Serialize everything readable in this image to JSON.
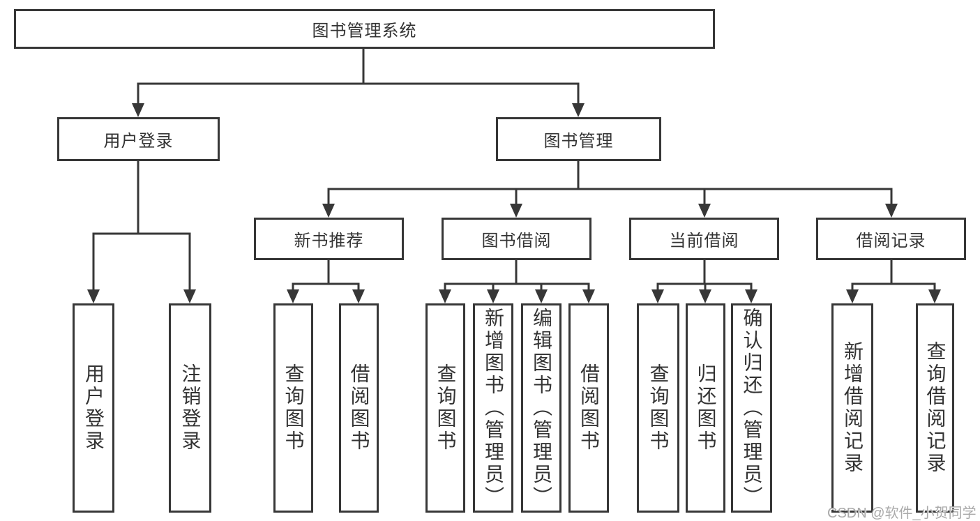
{
  "tree": {
    "root": {
      "label": "图书管理系统",
      "children": [
        {
          "label": "用户登录",
          "children": [
            {
              "label": "用户登录"
            },
            {
              "label": "注销登录"
            }
          ]
        },
        {
          "label": "图书管理",
          "children": [
            {
              "label": "新书推荐",
              "children": [
                {
                  "label": "查询图书"
                },
                {
                  "label": "借阅图书"
                }
              ]
            },
            {
              "label": "图书借阅",
              "children": [
                {
                  "label": "查询图书"
                },
                {
                  "label": "新增图书（管理员）"
                },
                {
                  "label": "编辑图书（管理员）"
                },
                {
                  "label": "借阅图书"
                }
              ]
            },
            {
              "label": "当前借阅",
              "children": [
                {
                  "label": "查询图书"
                },
                {
                  "label": "归还图书"
                },
                {
                  "label": "确认归还（管理员）"
                }
              ]
            },
            {
              "label": "借阅记录",
              "children": [
                {
                  "label": "新增借阅记录"
                },
                {
                  "label": "查询借阅记录"
                }
              ]
            }
          ]
        }
      ]
    }
  },
  "watermark": {
    "text": "CSDN @软件_小贺同学"
  },
  "colors": {
    "line": "#373737",
    "text": "#333333",
    "watermark": "#a9a9a9",
    "background": "#ffffff"
  }
}
